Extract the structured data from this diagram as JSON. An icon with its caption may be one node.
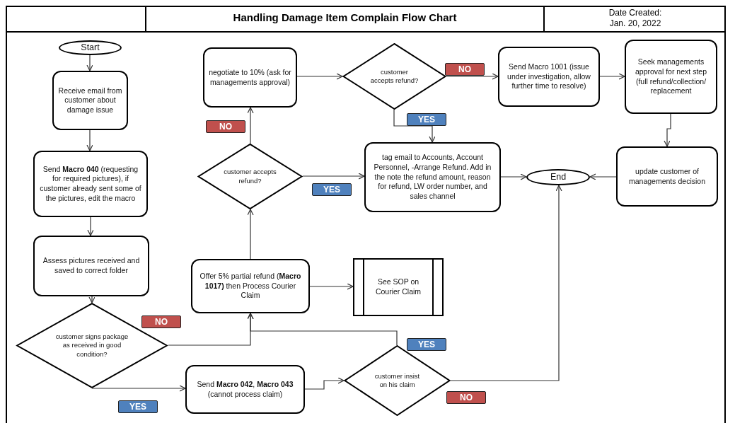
{
  "diagram": {
    "title": "Handling Damage Item Complain Flow Chart",
    "nodes": [
      {
        "text": [
          "Start"
        ]
      },
      {
        "text": [
          "Receive email from customer about damage issue"
        ]
      },
      {
        "text": [
          "Send **Macro 040** (requesting for required pictures), if customer already sent some of the pictures, edit the macro"
        ]
      },
      {
        "text": [
          "Assess pictures received and saved to correct folder"
        ]
      },
      {
        "text": [
          "customer signs package as received in good condition?"
        ]
      },
      {
        "text": [
          "Offer 5% partial refund (**Macro 1017)** then Process Courier Claim"
        ]
      },
      {
        "text": [
          "See SOP on Courier Claim"
        ]
      },
      {
        "text": [
          "Send **Macro 042**, **Macro 043** (cannot process claim)"
        ]
      },
      {
        "text": [
          "customer insist on his claim"
        ]
      },
      {
        "text": [
          "customer accepts refund?"
        ]
      },
      {
        "text": [
          "negotiate to 10% (ask for managements approval)"
        ]
      },
      {
        "text": [
          "customer accepts refund?"
        ]
      },
      {
        "text": [
          "Send Macro 1001 (issue under investigation, allow further time to resolve)"
        ]
      },
      {
        "text": [
          "Seek managements approval for next step (full refund/collection/ replacement"
        ]
      },
      {
        "text": [
          "tag email to Accounts, Account Personnel, -Arrange Refund. Add in the note the refund amount, reason for refund, LW order number, and sales channel"
        ]
      },
      {
        "text": [
          "End"
        ]
      },
      {
        "text": [
          "update customer of managements decision"
        ]
      }
    ],
    "edges": [
      {
        "from": 0,
        "to": 1,
        "arrow": "to"
      },
      {
        "from": 1,
        "to": 2,
        "arrow": "to"
      },
      {
        "from": 2,
        "to": 3,
        "arrow": "to"
      },
      {
        "from": 3,
        "to": 4,
        "arrow": "to"
      },
      {
        "from": 4,
        "to": 5,
        "arrow": "to",
        "label": "NO"
      },
      {
        "from": 4,
        "to": 7,
        "arrow": "to",
        "label": "YES"
      },
      {
        "from": 5,
        "to": 6,
        "arrow": "to"
      },
      {
        "from": 7,
        "to": 8,
        "arrow": "to"
      },
      {
        "from": 8,
        "to": 5,
        "arrow": "to",
        "label": "YES"
      },
      {
        "from": 8,
        "to": 15,
        "arrow": "to",
        "label": "NO"
      },
      {
        "from": 5,
        "to": 9,
        "arrow": "to"
      },
      {
        "from": 9,
        "to": 10,
        "arrow": "to",
        "label": "NO"
      },
      {
        "from": 9,
        "to": 14,
        "arrow": "to",
        "label": "YES"
      },
      {
        "from": 10,
        "to": 11,
        "arrow": "to"
      },
      {
        "from": 11,
        "to": 12,
        "arrow": "to",
        "label": "NO"
      },
      {
        "from": 11,
        "to": 14,
        "arrow": "to",
        "label": "YES"
      },
      {
        "from": 12,
        "to": 13,
        "arrow": "to"
      },
      {
        "from": 13,
        "to": 16,
        "arrow": "to"
      },
      {
        "from": 14,
        "to": 15,
        "arrow": "to"
      },
      {
        "from": 16,
        "to": 15,
        "arrow": "to"
      }
    ],
    "labels": [
      "Date Created:",
      "Jan. 20, 2022"
    ]
  }
}
